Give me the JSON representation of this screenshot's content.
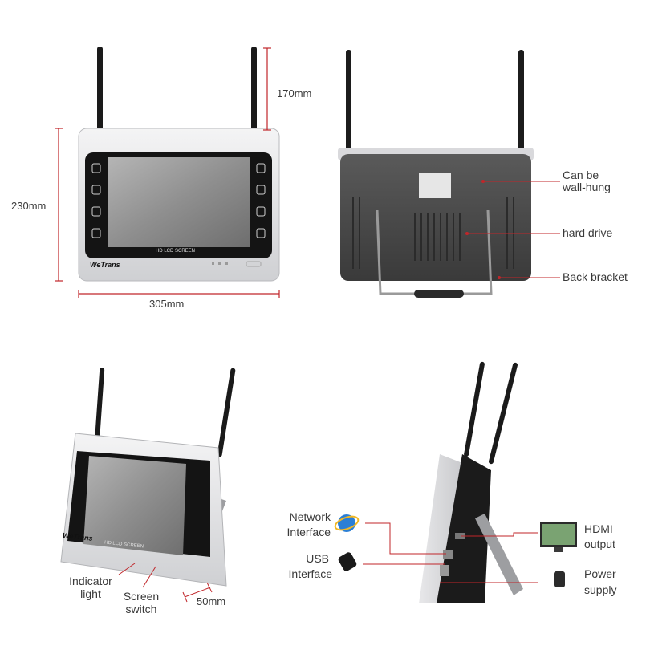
{
  "colors": {
    "leader_red": "#c0262a",
    "dim_red": "#c0262a",
    "frame_silver": "#dcdde0",
    "bezel_black": "#141414",
    "screen_gray": "#8a8a8a",
    "back_casing": "#4a4a4a"
  },
  "front_view": {
    "dim_height_antenna": "170mm",
    "dim_height_body": "230mm",
    "dim_width": "305mm",
    "screen_label": "HD LCD SCREEN",
    "brand_logo": "WeTrans"
  },
  "back_view": {
    "callouts": {
      "wall_hung_1": "Can be",
      "wall_hung_2": "wall-hung",
      "hard_drive": "hard drive",
      "back_bracket": "Back bracket"
    }
  },
  "angle_view": {
    "indicator_1": "Indicator",
    "indicator_2": "light",
    "screen_switch_1": "Screen",
    "screen_switch_2": "switch",
    "dim_depth": "50mm",
    "screen_label": "HD LCD SCREEN",
    "brand_logo": "WeTrans"
  },
  "side_view": {
    "network_1": "Network",
    "network_2": "Interface",
    "usb_1": "USB",
    "usb_2": "Interface",
    "hdmi_1": "HDMI",
    "hdmi_2": "output",
    "power_1": "Power",
    "power_2": "supply"
  }
}
